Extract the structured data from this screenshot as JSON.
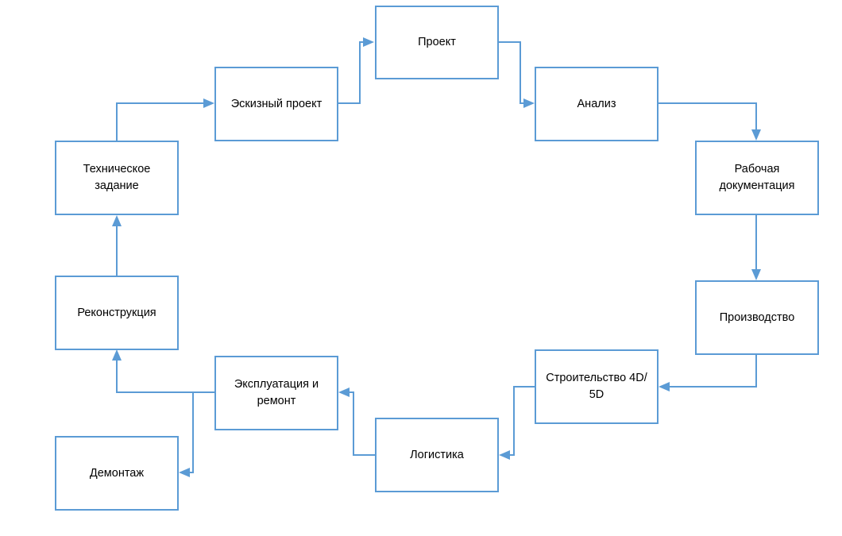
{
  "diagram": {
    "line_color": "#5b9bd5",
    "box_border_color": "#5b9bd5",
    "nodes": {
      "proekt": "Проект",
      "eskizny": "Эскизный проект",
      "analiz": "Анализ",
      "tekh_zadanie": "Техническое\nзадание",
      "rabochaya_dok": "Рабочая\nдокументация",
      "rekonstrukciya": "Реконструкция",
      "proizvodstvo": "Производство",
      "stroitelstvo": "Строительство 4D/\n5D",
      "ekspluataciya": "Эксплуатация и\nремонт",
      "logistika": "Логистика",
      "demontazh": "Демонтаж"
    },
    "connections": [
      {
        "from": "tekh_zadanie",
        "to": "eskizny"
      },
      {
        "from": "eskizny",
        "to": "proekt"
      },
      {
        "from": "proekt",
        "to": "analiz"
      },
      {
        "from": "analiz",
        "to": "rabochaya_dok"
      },
      {
        "from": "rabochaya_dok",
        "to": "proizvodstvo"
      },
      {
        "from": "proizvodstvo",
        "to": "stroitelstvo"
      },
      {
        "from": "stroitelstvo",
        "to": "logistika"
      },
      {
        "from": "logistika",
        "to": "ekspluataciya"
      },
      {
        "from": "ekspluataciya",
        "to": "rekonstrukciya"
      },
      {
        "from": "ekspluataciya",
        "to": "demontazh"
      },
      {
        "from": "rekonstrukciya",
        "to": "tekh_zadanie"
      }
    ]
  }
}
